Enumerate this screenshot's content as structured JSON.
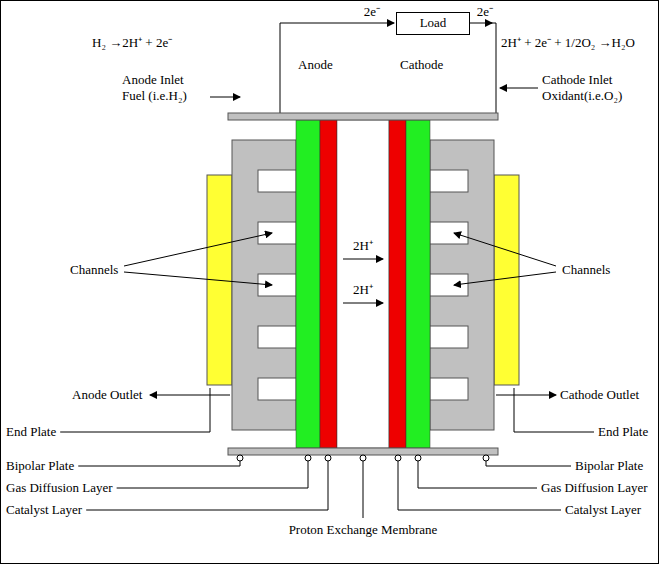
{
  "diagram": {
    "nodes": [
      {
        "text": [
          "Load"
        ]
      }
    ],
    "labels": [
      "2e⁻",
      "2e⁻",
      "H₂ →2H⁺ + 2e⁻",
      "2H⁺ + 2e⁻ + 1/2O₂ →H₂O",
      "Anode",
      "Cathode",
      "Anode Inlet Fuel (i.e.H₂)",
      "Cathode Inlet Oxidant(i.e.O₂)",
      "Channels",
      "2H⁺",
      "2H⁺",
      "Channels",
      "Anode Outlet",
      "Cathode Outlet",
      "End Plate",
      "End Plate",
      "Bipolar Plate",
      "Bipolar Plate",
      "Gas Diffusion Layer",
      "Gas Diffusion Layer",
      "Catalyst Layer",
      "Catalyst Layer",
      "Proton Exchange Membrane"
    ]
  }
}
